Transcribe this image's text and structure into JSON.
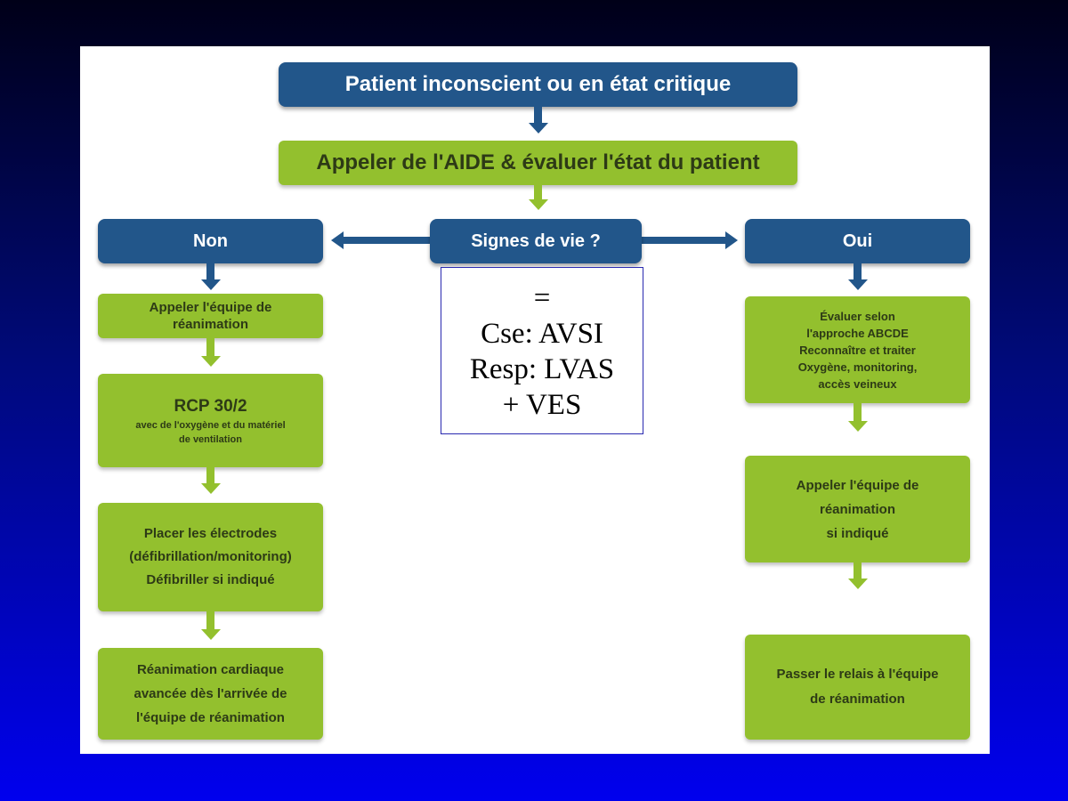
{
  "slide": {
    "background_top": "#000018",
    "background_bottom": "#0000ee"
  },
  "flowchart": {
    "title": "Patient inconscient ou en état critique",
    "step2": "Appeler de l'AIDE & évaluer l'état du patient",
    "decision": "Signes de vie ?",
    "left_branch": "Non",
    "right_branch": "Oui",
    "left_steps": [
      {
        "lines": [
          "Appeler l'équipe de",
          "réanimation"
        ]
      },
      {
        "title": "RCP 30/2",
        "lines": [
          "avec de l'oxygène et du matériel",
          "de ventilation"
        ]
      },
      {
        "lines": [
          "Placer les électrodes",
          "(défibrillation/monitoring)",
          "Défibriller si indiqué"
        ]
      },
      {
        "lines": [
          "Réanimation cardiaque",
          "avancée dès l'arrivée de",
          "l'équipe de réanimation"
        ]
      }
    ],
    "right_steps": [
      {
        "lines": [
          "Évaluer selon",
          "l'approche ABCDE",
          "Reconnaître et traiter",
          "Oxygène, monitoring,",
          "accès veineux"
        ]
      },
      {
        "lines": [
          "Appeler l'équipe de",
          "réanimation",
          "si indiqué"
        ]
      },
      {
        "lines": [
          "Passer le relais à l'équipe",
          "de réanimation"
        ]
      }
    ],
    "colors": {
      "blue": "#22568a",
      "green": "#93c02e"
    }
  },
  "annotation": {
    "lines": [
      "=",
      "Cse: AVSI",
      "Resp: LVAS",
      "+ VES"
    ]
  }
}
